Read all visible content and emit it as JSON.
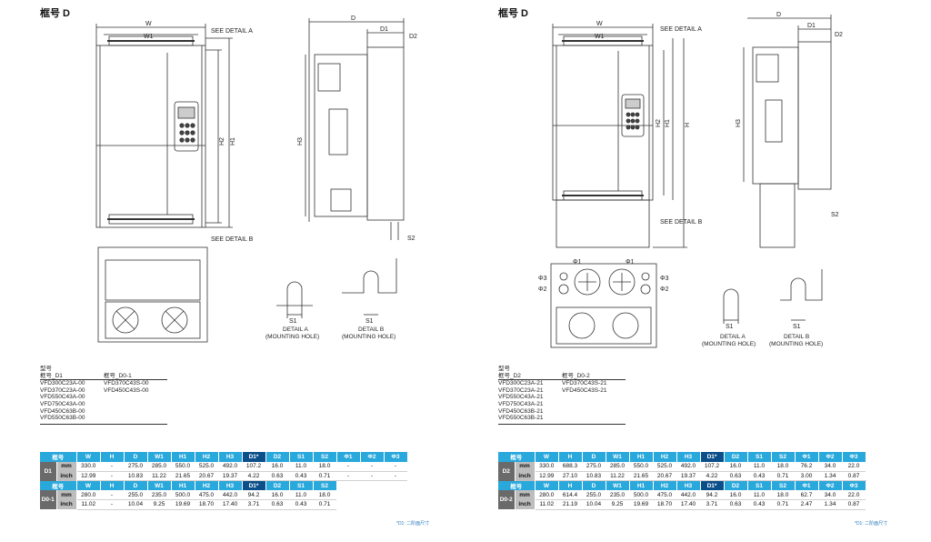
{
  "left": {
    "title": "框号 D",
    "labels": {
      "W": "W",
      "W1": "W1",
      "D": "D",
      "D1": "D1",
      "D2": "D2",
      "H1": "H1",
      "H2": "H2",
      "H3": "H3",
      "S1": "S1",
      "S2": "S2",
      "see_a": "SEE DETAIL A",
      "see_b": "SEE DETAIL B",
      "detail_a": "DETAIL A",
      "detail_b": "DETAIL B",
      "mounting": "(MOUNTING HOLE)"
    },
    "models": {
      "head": "型号",
      "col1_head": "框号_D1",
      "col2_head": "框号_D0-1",
      "col1": [
        "VFD300C23A-00",
        "VFD370C23A-00",
        "VFD550C43A-00",
        "VFD750C43A-00",
        "VFD450C63B-00",
        "VFD550C63B-00"
      ],
      "col2": [
        "VFD370C43S-00",
        "VFD450C43S-00"
      ]
    },
    "table": {
      "headers": [
        "框号",
        "W",
        "H",
        "D",
        "W1",
        "H1",
        "H2",
        "H3",
        "D1*",
        "D2",
        "S1",
        "S2",
        "Φ1",
        "Φ2",
        "Φ3"
      ],
      "sub_headers": [
        "框号",
        "W",
        "H",
        "D",
        "W1",
        "H1",
        "H2",
        "H3",
        "D1*",
        "D2",
        "S1",
        "S2"
      ],
      "frame1": "D1",
      "frame2": "D0-1",
      "rows1": [
        {
          "unit": "mm",
          "vals": [
            "330.0",
            "-",
            "275.0",
            "285.0",
            "550.0",
            "525.0",
            "492.0",
            "107.2",
            "16.0",
            "11.0",
            "18.0",
            "-",
            "-",
            "-"
          ]
        },
        {
          "unit": "inch",
          "vals": [
            "12.99",
            "-",
            "10.83",
            "11.22",
            "21.65",
            "20.67",
            "19.37",
            "4.22",
            "0.63",
            "0.43",
            "0.71",
            "-",
            "-",
            "-"
          ]
        }
      ],
      "rows2": [
        {
          "unit": "mm",
          "vals": [
            "280.0",
            "-",
            "255.0",
            "235.0",
            "500.0",
            "475.0",
            "442.0",
            "94.2",
            "16.0",
            "11.0",
            "18.0"
          ]
        },
        {
          "unit": "inch",
          "vals": [
            "11.02",
            "-",
            "10.04",
            "9.25",
            "19.69",
            "18.70",
            "17.40",
            "3.71",
            "0.63",
            "0.43",
            "0.71"
          ]
        }
      ],
      "note": "*D1: 二阶面尺寸"
    }
  },
  "right": {
    "title": "框号 D",
    "labels": {
      "W": "W",
      "W1": "W1",
      "D": "D",
      "D1": "D1",
      "D2": "D2",
      "H": "H",
      "H1": "H1",
      "H2": "H2",
      "H3": "H3",
      "S1": "S1",
      "S2": "S2",
      "phi1": "Φ1",
      "phi2": "Φ2",
      "phi3": "Φ3",
      "see_a": "SEE DETAIL A",
      "see_b": "SEE DETAIL B",
      "detail_a": "DETAIL A",
      "detail_b": "DETAIL B",
      "mounting": "(MOUNTING HOLE)"
    },
    "models": {
      "head": "型号",
      "col1_head": "框号_D2",
      "col2_head": "框号_D0-2",
      "col1": [
        "VFD300C23A-21",
        "VFD370C23A-21",
        "VFD550C43A-21",
        "VFD750C43A-21",
        "VFD450C63B-21",
        "VFD550C63B-21"
      ],
      "col2": [
        "VFD370C43S-21",
        "VFD450C43S-21"
      ]
    },
    "table": {
      "headers": [
        "框号",
        "W",
        "H",
        "D",
        "W1",
        "H1",
        "H2",
        "H3",
        "D1*",
        "D2",
        "S1",
        "S2",
        "Φ1",
        "Φ2",
        "Φ3"
      ],
      "frame1": "D2",
      "frame2": "D0-2",
      "rows1": [
        {
          "unit": "mm",
          "vals": [
            "330.0",
            "688.3",
            "275.0",
            "285.0",
            "550.0",
            "525.0",
            "492.0",
            "107.2",
            "16.0",
            "11.0",
            "18.0",
            "76.2",
            "34.0",
            "22.0"
          ]
        },
        {
          "unit": "inch",
          "vals": [
            "12.99",
            "27.10",
            "10.83",
            "11.22",
            "21.65",
            "20.67",
            "19.37",
            "4.22",
            "0.63",
            "0.43",
            "0.71",
            "3.00",
            "1.34",
            "0.87"
          ]
        }
      ],
      "rows2": [
        {
          "unit": "mm",
          "vals": [
            "280.0",
            "614.4",
            "255.0",
            "235.0",
            "500.0",
            "475.0",
            "442.0",
            "94.2",
            "16.0",
            "11.0",
            "18.0",
            "62.7",
            "34.0",
            "22.0"
          ]
        },
        {
          "unit": "inch",
          "vals": [
            "11.02",
            "21.19",
            "10.04",
            "9.25",
            "19.69",
            "18.70",
            "17.40",
            "3.71",
            "0.63",
            "0.43",
            "0.71",
            "2.47",
            "1.34",
            "0.87"
          ]
        }
      ],
      "note": "*D1: 二阶面尺寸"
    }
  }
}
